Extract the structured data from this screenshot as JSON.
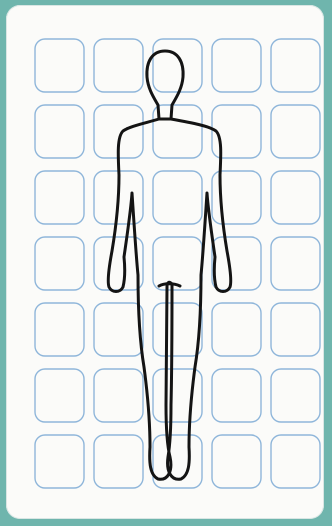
{
  "colors": {
    "background": "#6fb5ad",
    "card": "#fbfbf9",
    "grid_stroke": "#8fb6da",
    "figure_stroke": "#141414"
  },
  "grid": {
    "rows": 7,
    "columns": 5
  },
  "figure": {
    "icon": "human-body-outline-front-view"
  }
}
